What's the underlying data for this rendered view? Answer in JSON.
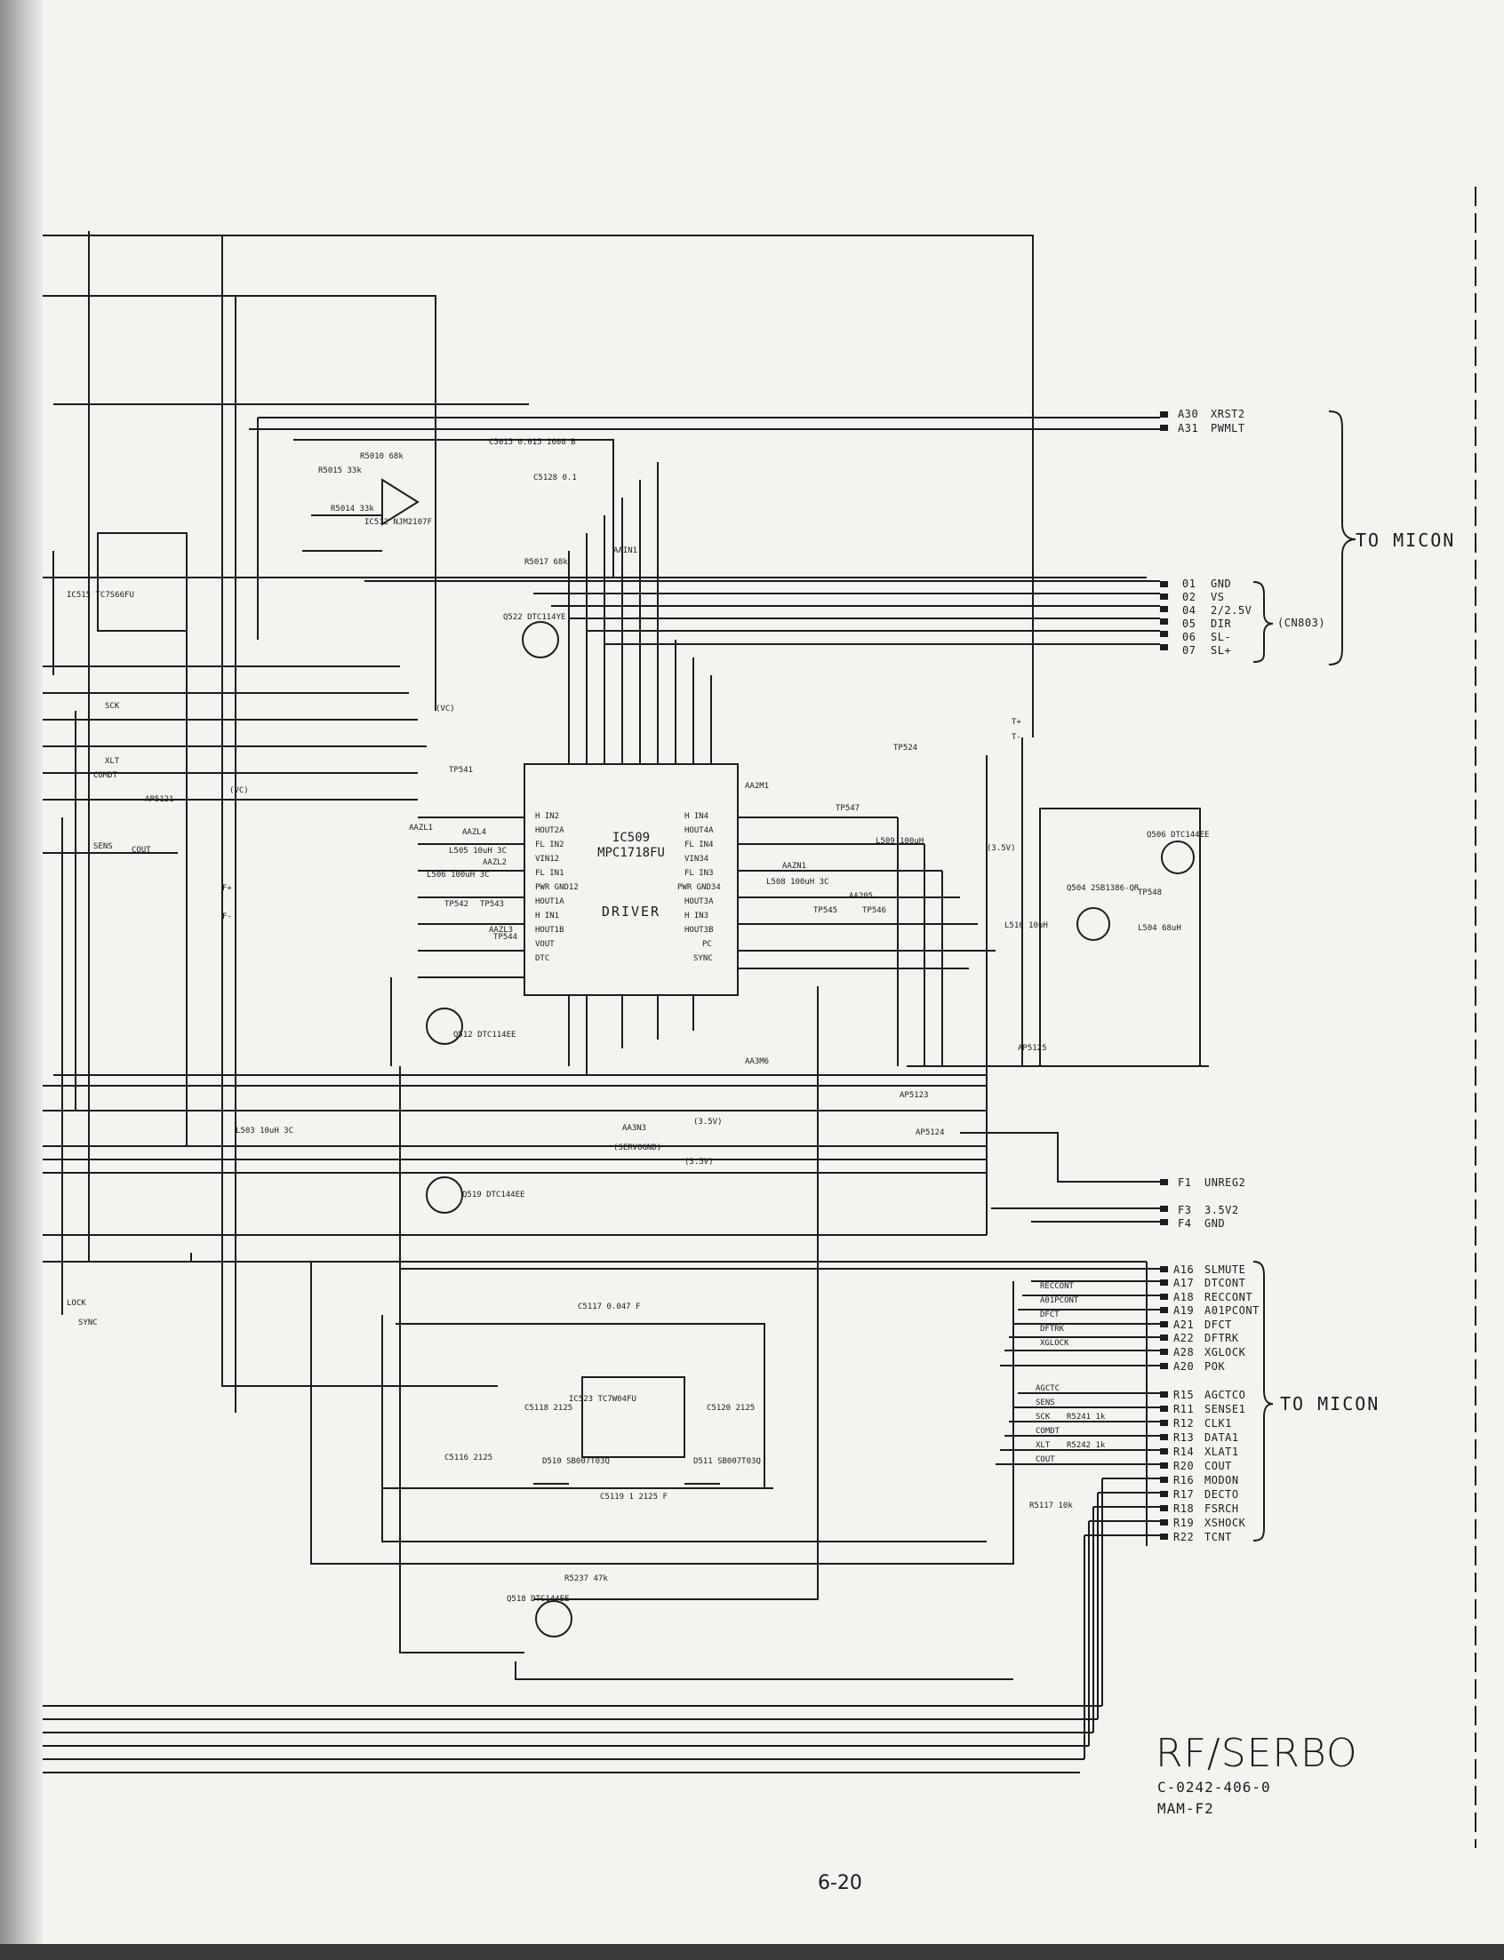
{
  "sheet": {
    "title": "RF/SERBO",
    "drawing_number": "C-0242-406-0",
    "model": "MAM-F2",
    "page_number": "6-20"
  },
  "destinations": {
    "micon_top": "TO MICON",
    "micon_bottom": "TO MICON",
    "cn803": "(CN803)"
  },
  "connectors_top": [
    {
      "pin": "A30",
      "signal": "XRST2"
    },
    {
      "pin": "A31",
      "signal": "PWMLT"
    }
  ],
  "connectors_cn803": [
    {
      "pin": "01",
      "signal": "GND"
    },
    {
      "pin": "02",
      "signal": "VS"
    },
    {
      "pin": "04",
      "signal": "2/2.5V"
    },
    {
      "pin": "05",
      "signal": "DIR"
    },
    {
      "pin": "06",
      "signal": "SL-"
    },
    {
      "pin": "07",
      "signal": "SL+"
    }
  ],
  "connectors_power": [
    {
      "pin": "F1",
      "signal": "UNREG2"
    },
    {
      "pin": "F3",
      "signal": "3.5V2"
    },
    {
      "pin": "F4",
      "signal": "GND"
    }
  ],
  "connectors_bottom": [
    {
      "pin": "A16",
      "signal": "SLMUTE"
    },
    {
      "pin": "A17",
      "signal": "DTCONT"
    },
    {
      "pin": "A18",
      "signal": "RECCONT"
    },
    {
      "pin": "A19",
      "signal": "A01PCONT"
    },
    {
      "pin": "A21",
      "signal": "DFCT"
    },
    {
      "pin": "A22",
      "signal": "DFTRK"
    },
    {
      "pin": "A28",
      "signal": "XGLOCK"
    },
    {
      "pin": "A20",
      "signal": "POK"
    },
    {
      "pin": "R15",
      "signal": "AGCTCO"
    },
    {
      "pin": "R11",
      "signal": "SENSE1"
    },
    {
      "pin": "R12",
      "signal": "CLK1"
    },
    {
      "pin": "R13",
      "signal": "DATA1"
    },
    {
      "pin": "R14",
      "signal": "XLAT1"
    },
    {
      "pin": "R20",
      "signal": "COUT"
    },
    {
      "pin": "R16",
      "signal": "MODON"
    },
    {
      "pin": "R17",
      "signal": "DECTO"
    },
    {
      "pin": "R18",
      "signal": "FSRCH"
    },
    {
      "pin": "R19",
      "signal": "XSHOCK"
    },
    {
      "pin": "R22",
      "signal": "TCNT"
    }
  ],
  "bus_labels": [
    "RECCONT",
    "A01PCONT",
    "DFCT",
    "DFTRK",
    "XGLOCK",
    "AGCTC",
    "SENS",
    "SCK",
    "COMDT",
    "XLT",
    "COUT"
  ],
  "driver_ic": {
    "ref": "IC509",
    "part": "MPC1718FU",
    "function": "DRIVER",
    "pins_left": [
      "H IN2",
      "HOUT2A",
      "FL IN2",
      "VIN12",
      "FL IN1",
      "PWR GND12",
      "HOUT1A",
      "H IN1",
      "HOUT1B",
      "VOUT",
      "DTC"
    ],
    "pins_right": [
      "H IN4",
      "HOUT4A",
      "FL IN4",
      "VIN34",
      "FL IN3",
      "PWR GND34",
      "HOUT3A",
      "H IN3",
      "HOUT3B",
      "PC",
      "SYNC"
    ]
  },
  "components": [
    "IC512 NJM2107F",
    "IC515 TC7S66FU",
    "IC523 TC7W04FU",
    "Q522 DTC114YE",
    "Q512 DTC114EE",
    "Q519 DTC144EE",
    "Q518 DTC144EE",
    "Q506 DTC144EE",
    "Q504 2SB1386-QR",
    "D510 SB007T03Q",
    "D511 SB007T03Q",
    "C5015 0.015 1608 B",
    "C5128 0.1",
    "C5117 0.047 F",
    "C5118 2125",
    "C5120 2125",
    "C5116 2125",
    "C5119 1 2125 F",
    "R5010 68k",
    "R5015 33k",
    "R5014 33k",
    "R5017 68k",
    "R5237 47k",
    "R5241 1k",
    "R5242 1k",
    "R5117 10k",
    "L503 10uH 3C",
    "L505 10uH 3C",
    "L506 100uH 3C",
    "L508 100uH 3C",
    "L509 100uH",
    "L510 10uH",
    "L504 68uH"
  ],
  "net_labels": [
    "(VC)",
    "(VC)",
    "(3.5V)",
    "(3.5V)",
    "(3.5V)",
    "(SERVOGND)",
    "AA3N3",
    "AAZL1",
    "AAZL4",
    "AAZL2",
    "AAZL3",
    "AAZN1",
    "AA205",
    "AA2M1",
    "AAIN1",
    "AA3M6",
    "T+",
    "T-",
    "F+",
    "F-",
    "SCK",
    "XLT",
    "COMDT",
    "SENS",
    "COUT",
    "LOCK",
    "SYNC",
    "TP524",
    "TP541",
    "TP542",
    "TP543",
    "TP544",
    "TP545",
    "TP546",
    "TP547",
    "TP548",
    "AP5121",
    "AP5125",
    "AP5123",
    "AP5124"
  ],
  "colors": {
    "paper": "#f4f3ef",
    "ink": "#1c1c1c"
  }
}
